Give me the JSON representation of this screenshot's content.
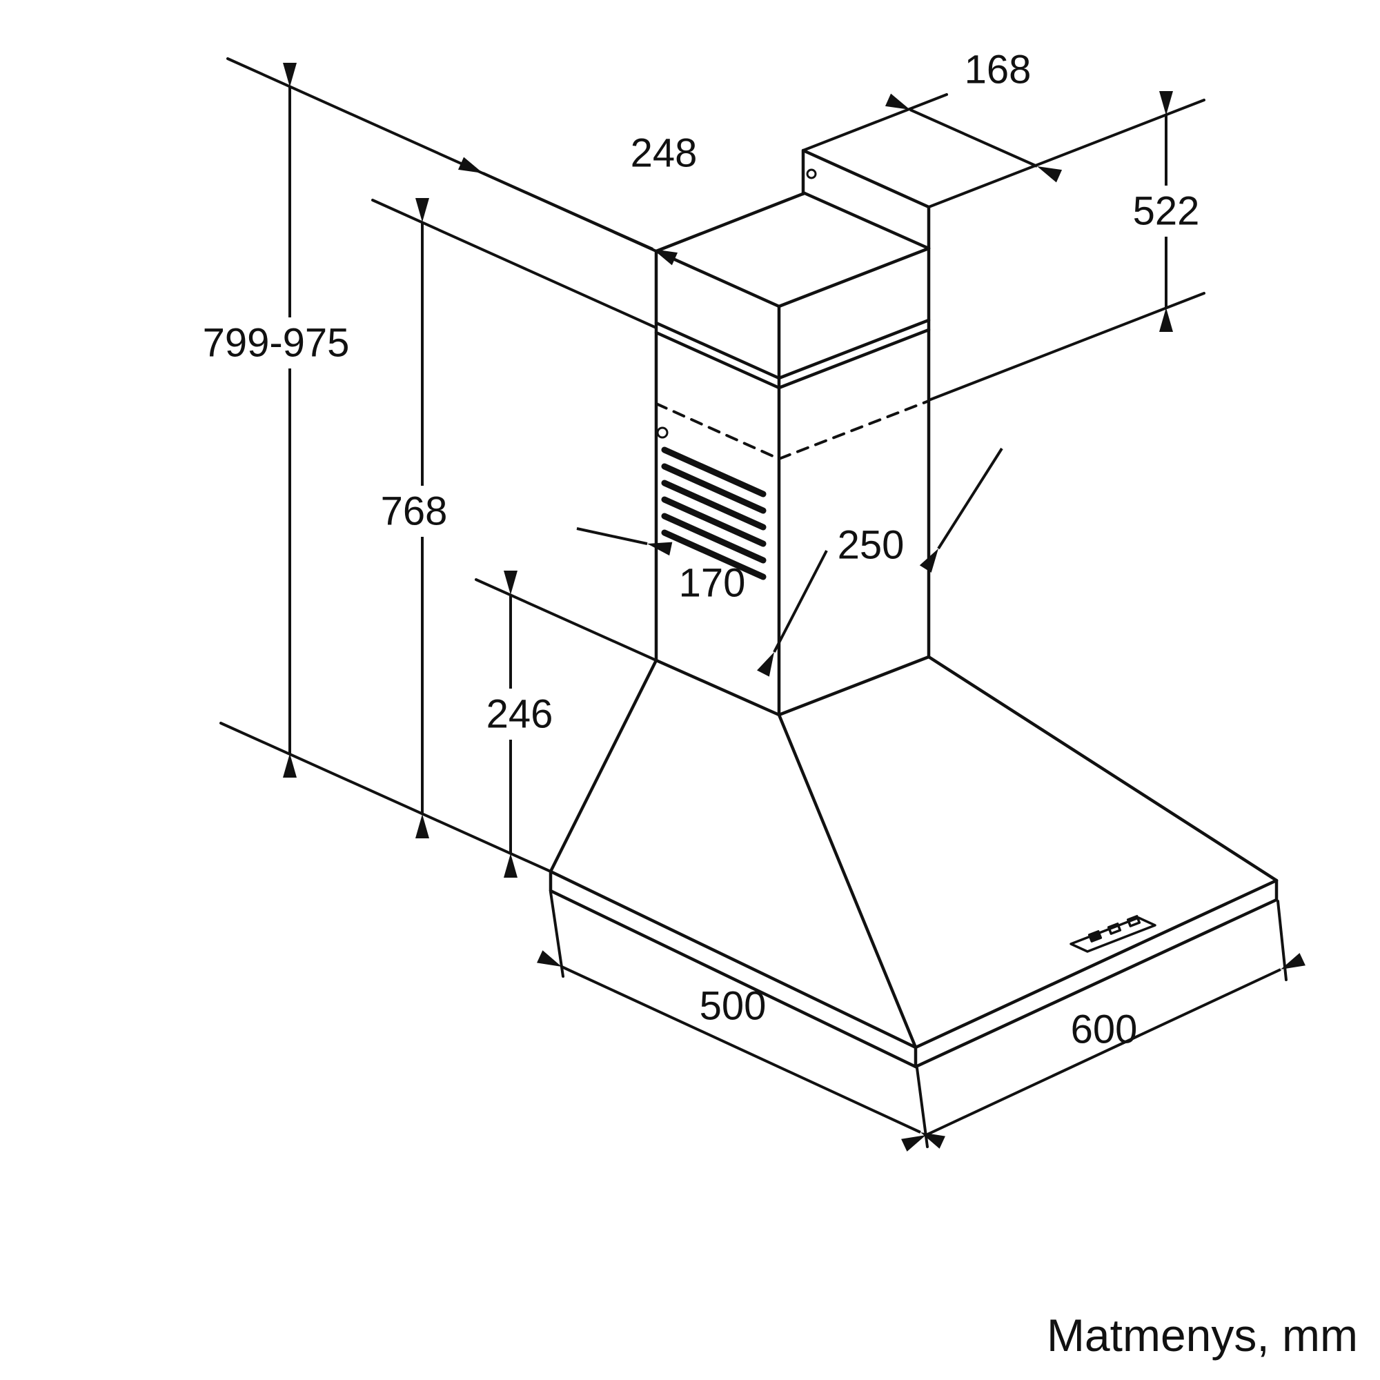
{
  "diagram": {
    "type": "technical-dimension-drawing",
    "subject": "wall-mounted chimney cooker hood",
    "caption": "Matmenys, mm",
    "labels": {
      "overall_height": "799-975",
      "chimney_width": "248",
      "bracket_width": "168",
      "upper_chimney_height": "522",
      "body_height": "768",
      "outlet_width": "170",
      "chimney_depth": "250",
      "canopy_height": "246",
      "canopy_depth": "500",
      "canopy_width": "600"
    },
    "colors": {
      "line": "#111111",
      "background": "#ffffff"
    }
  }
}
